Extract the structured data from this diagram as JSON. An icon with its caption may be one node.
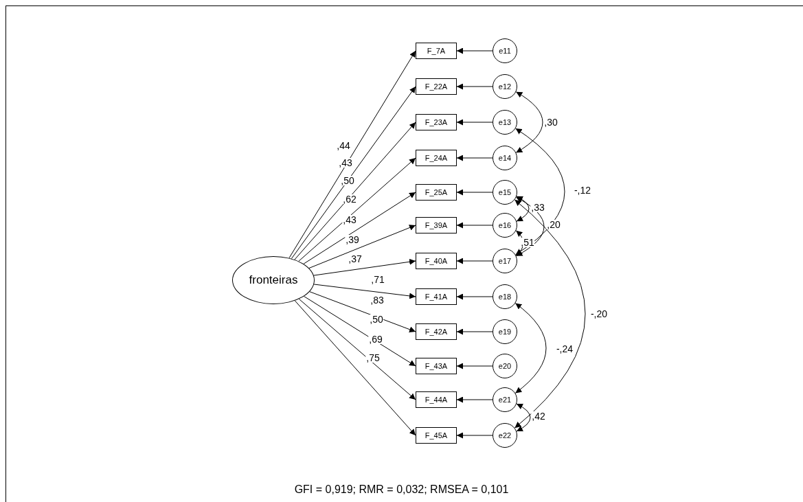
{
  "diagram": {
    "caption": "GFI = 0,919; RMR = 0,032; RMSEA = 0,101",
    "nodes": [
      {
        "text": [
          "fronteiras"
        ]
      },
      {
        "text": [
          "F_7A"
        ]
      },
      {
        "text": [
          "F_22A"
        ]
      },
      {
        "text": [
          "F_23A"
        ]
      },
      {
        "text": [
          "F_24A"
        ]
      },
      {
        "text": [
          "F_25A"
        ]
      },
      {
        "text": [
          "F_39A"
        ]
      },
      {
        "text": [
          "F_40A"
        ]
      },
      {
        "text": [
          "F_41A"
        ]
      },
      {
        "text": [
          "F_42A"
        ]
      },
      {
        "text": [
          "F_43A"
        ]
      },
      {
        "text": [
          "F_44A"
        ]
      },
      {
        "text": [
          "F_45A"
        ]
      },
      {
        "text": [
          "e11"
        ]
      },
      {
        "text": [
          "e12"
        ]
      },
      {
        "text": [
          "e13"
        ]
      },
      {
        "text": [
          "e14"
        ]
      },
      {
        "text": [
          "e15"
        ]
      },
      {
        "text": [
          "e16"
        ]
      },
      {
        "text": [
          "e17"
        ]
      },
      {
        "text": [
          "e18"
        ]
      },
      {
        "text": [
          "e19"
        ]
      },
      {
        "text": [
          "e20"
        ]
      },
      {
        "text": [
          "e21"
        ]
      },
      {
        "text": [
          "e22"
        ]
      }
    ],
    "edges": [
      {
        "from": 0,
        "to": 1,
        "arrow": "to",
        "label": ",44"
      },
      {
        "from": 0,
        "to": 2,
        "arrow": "to",
        "label": ",43"
      },
      {
        "from": 0,
        "to": 3,
        "arrow": "to",
        "label": ",50"
      },
      {
        "from": 0,
        "to": 4,
        "arrow": "to",
        "label": ",62"
      },
      {
        "from": 0,
        "to": 5,
        "arrow": "to",
        "label": ",43"
      },
      {
        "from": 0,
        "to": 6,
        "arrow": "to",
        "label": ",39"
      },
      {
        "from": 0,
        "to": 7,
        "arrow": "to",
        "label": ",37"
      },
      {
        "from": 0,
        "to": 8,
        "arrow": "to",
        "label": ",71"
      },
      {
        "from": 0,
        "to": 9,
        "arrow": "to",
        "label": ",83"
      },
      {
        "from": 0,
        "to": 10,
        "arrow": "to",
        "label": ",50"
      },
      {
        "from": 0,
        "to": 11,
        "arrow": "to",
        "label": ",69"
      },
      {
        "from": 0,
        "to": 12,
        "arrow": "to",
        "label": ",75"
      },
      {
        "from": 13,
        "to": 1,
        "arrow": "to"
      },
      {
        "from": 14,
        "to": 2,
        "arrow": "to"
      },
      {
        "from": 15,
        "to": 3,
        "arrow": "to"
      },
      {
        "from": 16,
        "to": 4,
        "arrow": "to"
      },
      {
        "from": 17,
        "to": 5,
        "arrow": "to"
      },
      {
        "from": 18,
        "to": 6,
        "arrow": "to"
      },
      {
        "from": 19,
        "to": 7,
        "arrow": "to"
      },
      {
        "from": 20,
        "to": 8,
        "arrow": "to"
      },
      {
        "from": 21,
        "to": 9,
        "arrow": "to"
      },
      {
        "from": 22,
        "to": 10,
        "arrow": "to"
      },
      {
        "from": 23,
        "to": 11,
        "arrow": "to"
      },
      {
        "from": 24,
        "to": 12,
        "arrow": "to"
      },
      {
        "from": 14,
        "to": 16,
        "arrow": "both",
        "label": ",30"
      },
      {
        "from": 15,
        "to": 19,
        "arrow": "both",
        "label": "-,12"
      },
      {
        "from": 17,
        "to": 18,
        "arrow": "both",
        "label": ",33"
      },
      {
        "from": 17,
        "to": 19,
        "arrow": "both",
        "label": ",20"
      },
      {
        "from": 18,
        "to": 19,
        "arrow": "both",
        "label": ",51"
      },
      {
        "from": 17,
        "to": 24,
        "arrow": "both",
        "label": "-,20"
      },
      {
        "from": 20,
        "to": 23,
        "arrow": "both",
        "label": "-,24"
      },
      {
        "from": 23,
        "to": 24,
        "arrow": "both",
        "label": ",42"
      }
    ]
  }
}
